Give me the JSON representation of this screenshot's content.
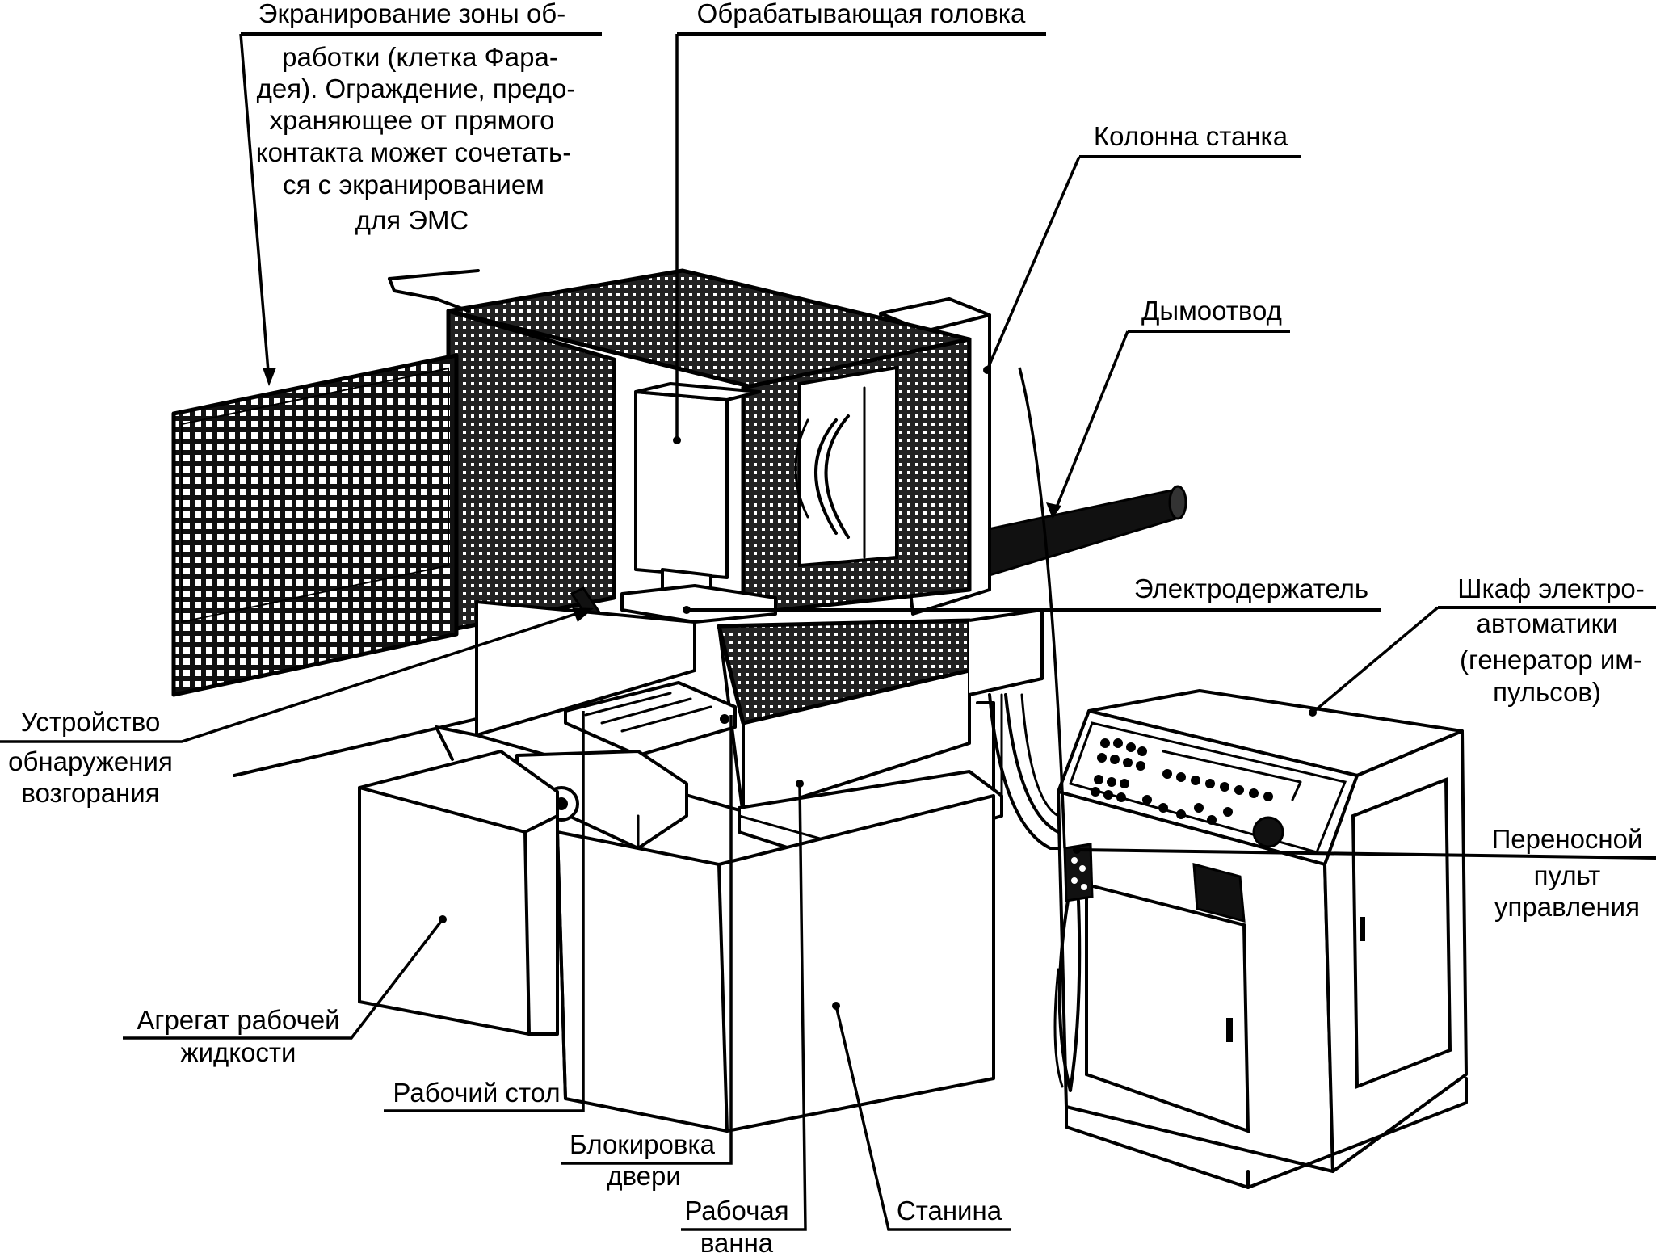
{
  "figure": {
    "labels": {
      "shielding": [
        "Экранирование зоны об-",
        "работки (клетка Фара-",
        "дея). Ограждение, предо-",
        "храняющее от прямого",
        "контакта может сочетать-",
        "ся с экранированием",
        "для ЭМС"
      ],
      "processing_head": [
        "Обрабатывающая головка"
      ],
      "machine_column": [
        "Колонна станка"
      ],
      "smoke_exhaust": [
        "Дымоотвод"
      ],
      "electrode_holder": [
        "Электродержатель"
      ],
      "control_cabinet": [
        "Шкаф электро-",
        "автоматики",
        "(генератор им-",
        "пульсов)"
      ],
      "portable_pendant": [
        "Переносной",
        "пульт",
        "управления"
      ],
      "fire_detector": [
        "Устройство",
        "обнаружения",
        "возгорания"
      ],
      "fluid_unit": [
        "Агрегат рабочей",
        "жидкости"
      ],
      "work_table": [
        "Рабочий стол"
      ],
      "door_interlock": [
        "Блокировка",
        "двери"
      ],
      "work_tank": [
        "Рабочая",
        "ванна"
      ],
      "machine_bed": [
        "Станина"
      ]
    }
  }
}
